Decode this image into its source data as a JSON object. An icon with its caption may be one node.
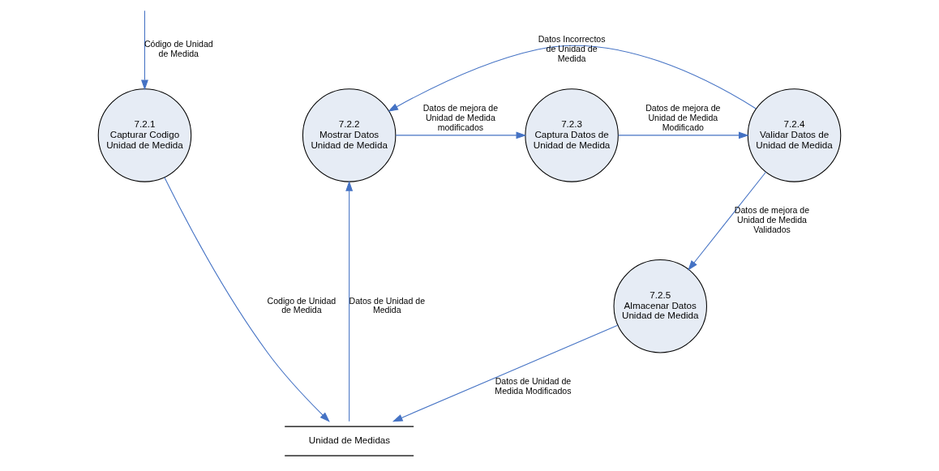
{
  "diagram": {
    "nodes": [
      {
        "text": [
          "7.2.1",
          "Capturar Codigo Unidad de Medida"
        ]
      },
      {
        "text": [
          "7.2.2",
          "Mostrar Datos Unidad de Medida"
        ]
      },
      {
        "text": [
          "7.2.3",
          "Captura Datos de Unidad de Medida"
        ]
      },
      {
        "text": [
          "7.2.4",
          "Validar Datos de Unidad de Medida"
        ]
      },
      {
        "text": [
          "7.2.5",
          "Almacenar Datos Unidad de Medida"
        ]
      },
      {
        "text": [
          "Unidad de Medidas"
        ]
      }
    ],
    "edges": [
      {
        "from": null,
        "to": 0,
        "arrow": "to",
        "label": "Código de Unidad de Medida"
      },
      {
        "from": 0,
        "to": 5,
        "arrow": "to",
        "label": "Codigo de Unidad de Medida"
      },
      {
        "from": 5,
        "to": 1,
        "arrow": "to",
        "label": "Datos de Unidad de Medida"
      },
      {
        "from": 1,
        "to": 2,
        "arrow": "to",
        "label": "Datos de mejora de Unidad de Medida modificados"
      },
      {
        "from": 2,
        "to": 3,
        "arrow": "to",
        "label": "Datos de mejora de Unidad de Medida Modificado"
      },
      {
        "from": 3,
        "to": 1,
        "arrow": "to",
        "label": "Datos Incorrectos de Unidad de Medida"
      },
      {
        "from": 3,
        "to": 4,
        "arrow": "to",
        "label": "Datos de mejora de Unidad de Medida Validados"
      },
      {
        "from": 4,
        "to": 5,
        "arrow": "to",
        "label": "Datos de Unidad de Medida Modificados"
      }
    ]
  }
}
